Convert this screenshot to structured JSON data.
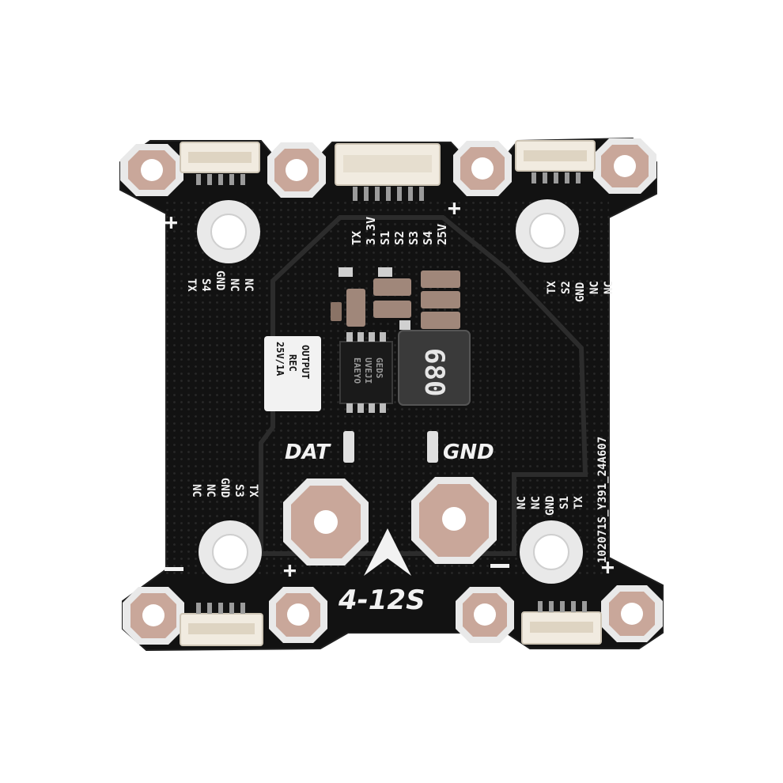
{
  "colors": {
    "pcb": "#121212",
    "pcb_edge": "#1c1c1c",
    "silkscreen": "#f2f2f2",
    "pad_copper": "#c9a79a",
    "pad_ring": "#e9e9e9",
    "connector": "#f1ebe0",
    "background": "#ffffff"
  },
  "board": {
    "top_connector_pins": [
      "TX",
      "3.3V",
      "S1",
      "S2",
      "S3",
      "S4",
      "25V"
    ],
    "right_top_pins": [
      "TX",
      "S2",
      "GND",
      "NC",
      "NC"
    ],
    "left_top_pins": [
      "TX",
      "S4",
      "GND",
      "NC",
      "NC"
    ],
    "left_bottom_pins": [
      "NC",
      "NC",
      "GND",
      "S3",
      "TX"
    ],
    "right_bottom_pins": [
      "NC",
      "NC",
      "GND",
      "S1",
      "TX"
    ],
    "power_label": [
      "25V/1A",
      "REC",
      "OUTPUT"
    ],
    "inductor_marking": "680",
    "chip_marking": [
      "EAEYO",
      "UVEJI",
      "GEDS"
    ],
    "dat_label": "DAT",
    "gnd_label": "GND",
    "model_label": "4-12S",
    "serial_label": "102071S_Y391_24A607",
    "plus_marker": "+"
  }
}
